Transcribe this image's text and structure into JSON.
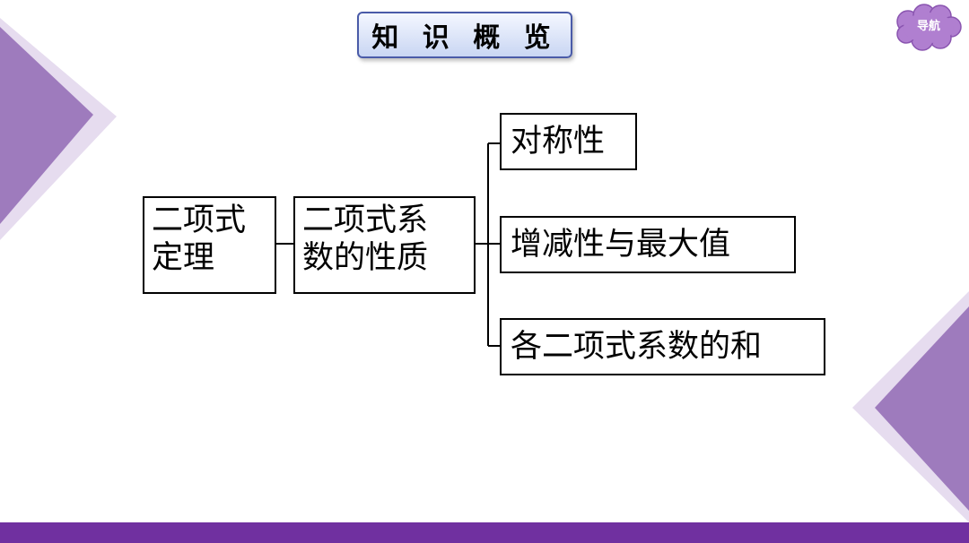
{
  "header": {
    "title": "知 识 概 览"
  },
  "nav": {
    "label": "导航"
  },
  "diagram": {
    "root": {
      "line1": "二项式",
      "line2": "定理"
    },
    "middle": {
      "line1": "二项式系",
      "line2": "数的性质"
    },
    "leaves": [
      "对称性",
      "增减性与最大值",
      "各二项式系数的和"
    ]
  },
  "colors": {
    "accent": "#7030a0",
    "decoration": "#9e7bbd",
    "decoration_light": "#d9cce6",
    "title_border": "#4a5ba8"
  }
}
